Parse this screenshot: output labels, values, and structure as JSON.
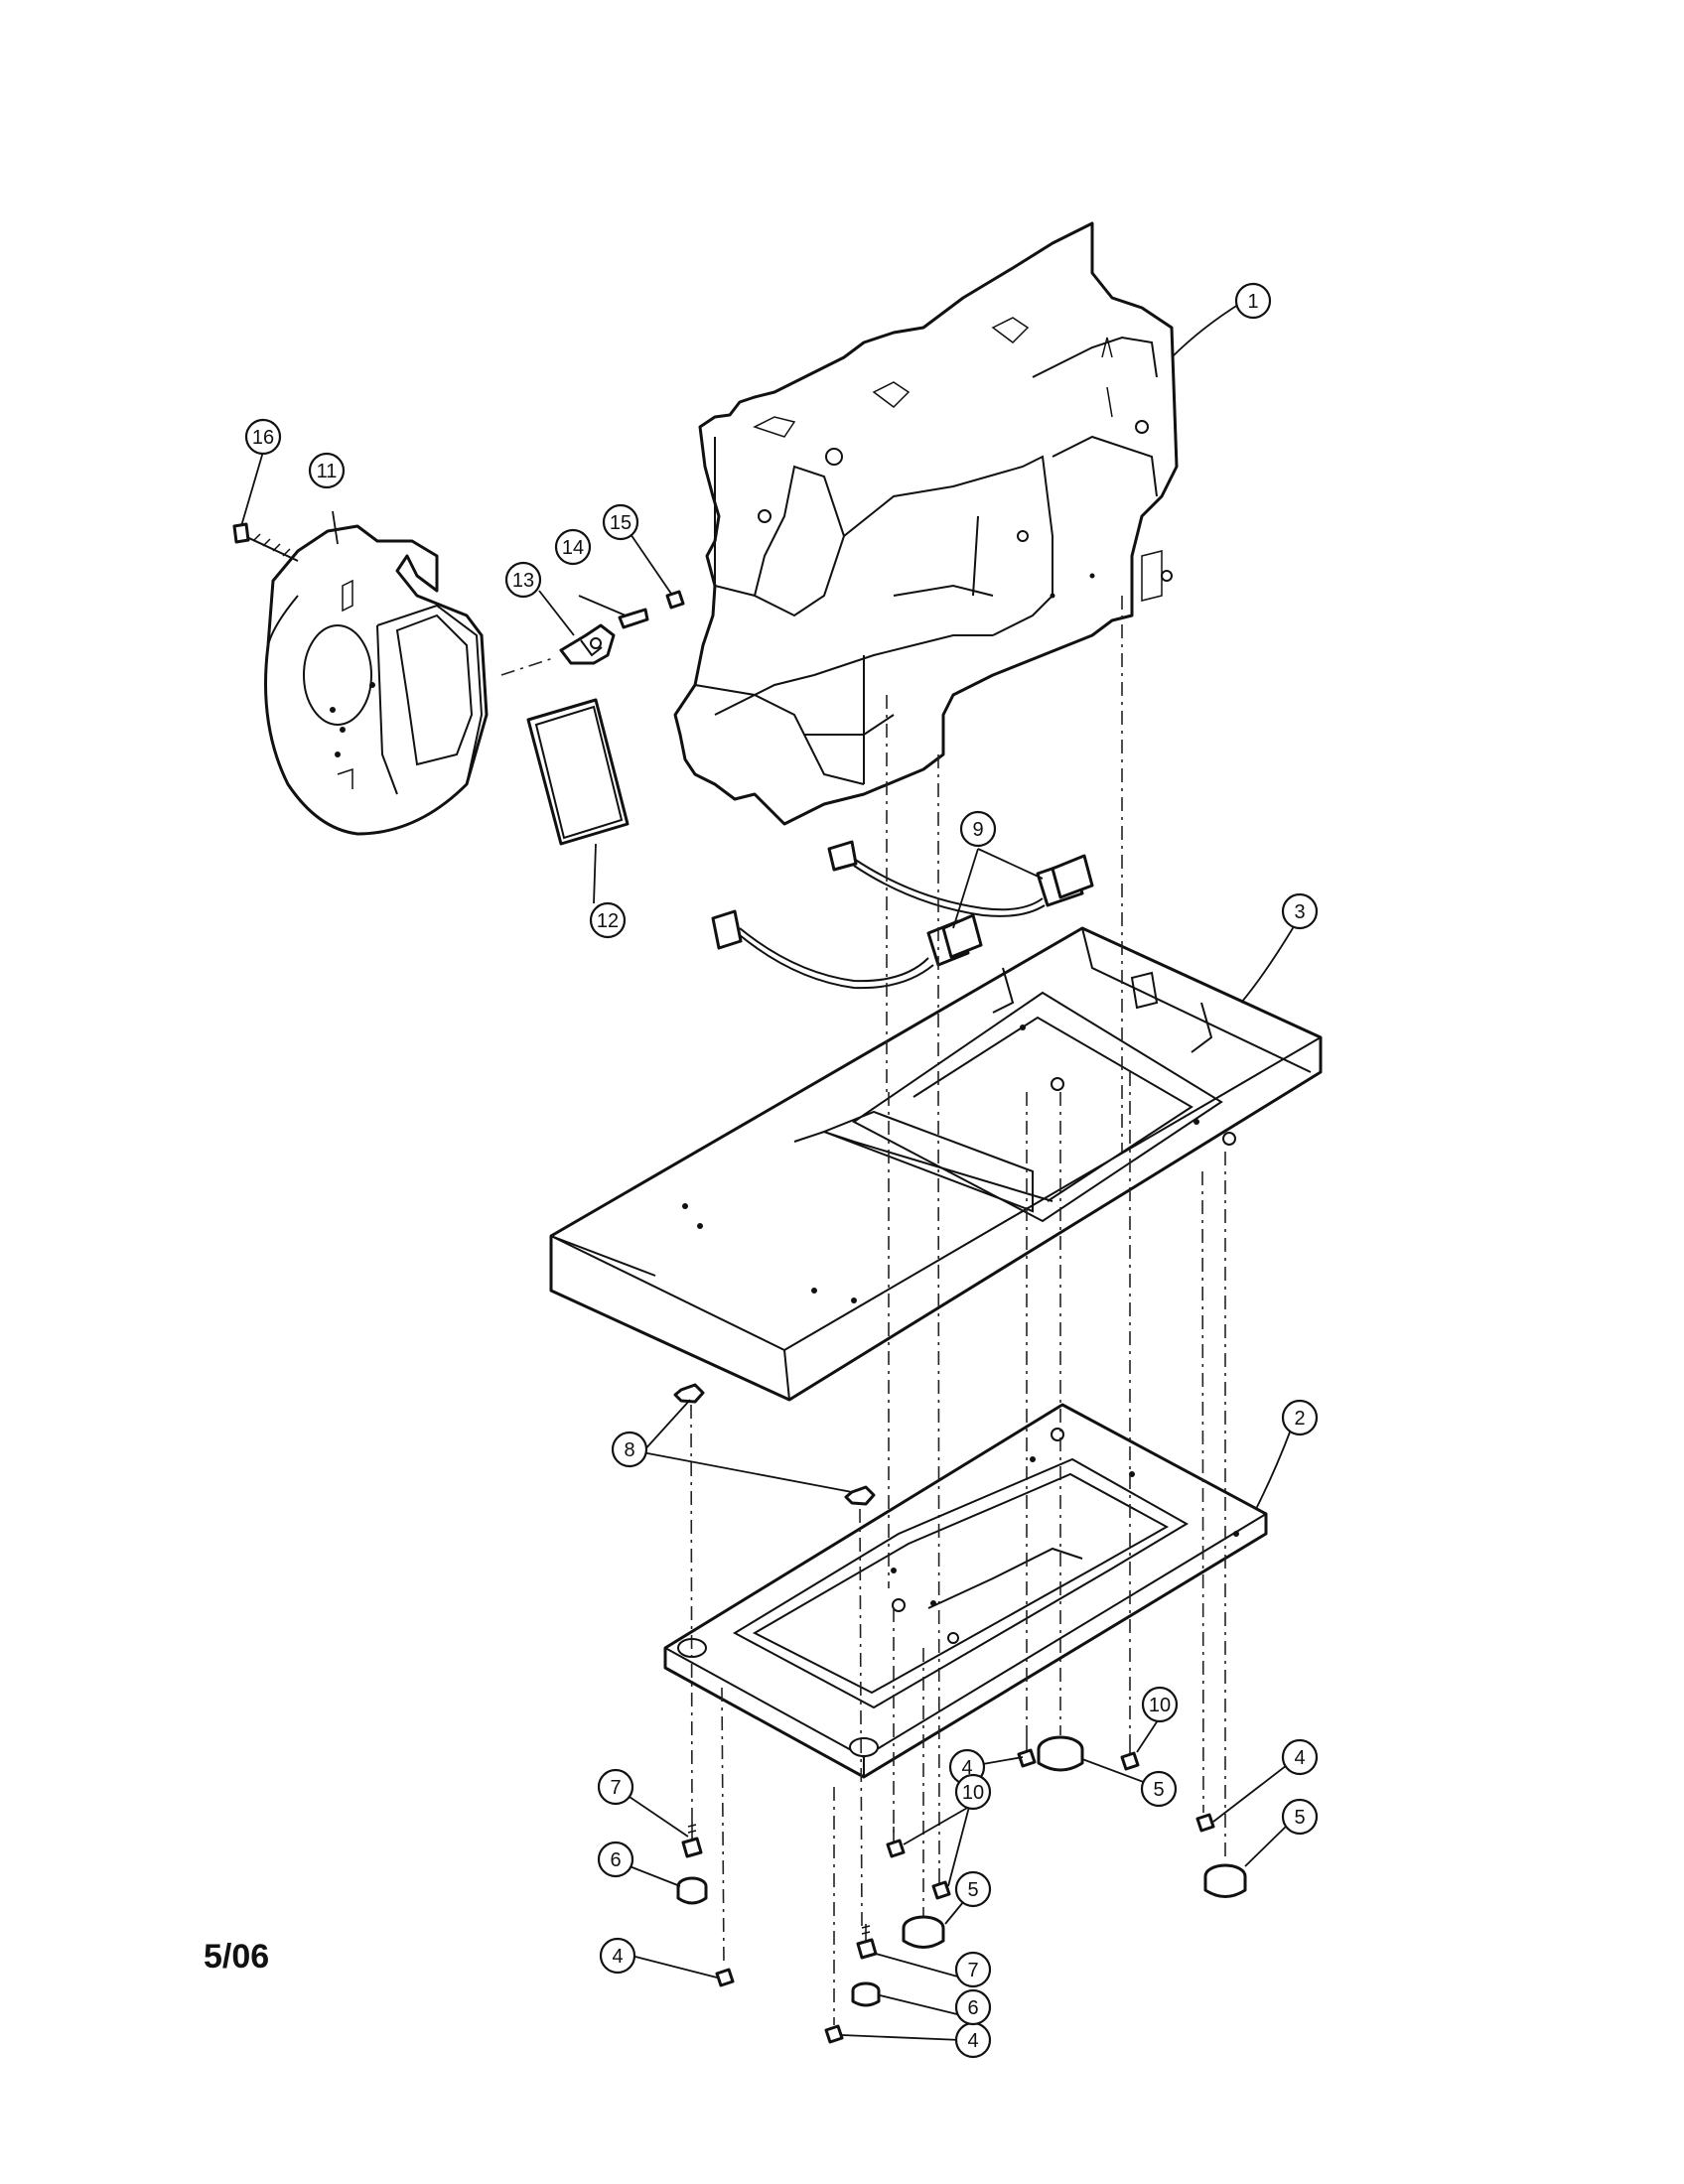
{
  "date_code": "5/06",
  "callouts": [
    {
      "id": "c1",
      "label": "1"
    },
    {
      "id": "c2",
      "label": "2"
    },
    {
      "id": "c3",
      "label": "3"
    },
    {
      "id": "c4a",
      "label": "4"
    },
    {
      "id": "c4b",
      "label": "4"
    },
    {
      "id": "c4c",
      "label": "4"
    },
    {
      "id": "c4d",
      "label": "4"
    },
    {
      "id": "c5a",
      "label": "5"
    },
    {
      "id": "c5b",
      "label": "5"
    },
    {
      "id": "c5c",
      "label": "5"
    },
    {
      "id": "c6a",
      "label": "6"
    },
    {
      "id": "c6b",
      "label": "6"
    },
    {
      "id": "c7a",
      "label": "7"
    },
    {
      "id": "c7b",
      "label": "7"
    },
    {
      "id": "c8",
      "label": "8"
    },
    {
      "id": "c9",
      "label": "9"
    },
    {
      "id": "c10a",
      "label": "10"
    },
    {
      "id": "c10b",
      "label": "10"
    },
    {
      "id": "c11",
      "label": "11"
    },
    {
      "id": "c12",
      "label": "12"
    },
    {
      "id": "c13",
      "label": "13"
    },
    {
      "id": "c14",
      "label": "14"
    },
    {
      "id": "c15",
      "label": "15"
    },
    {
      "id": "c16",
      "label": "16"
    }
  ]
}
